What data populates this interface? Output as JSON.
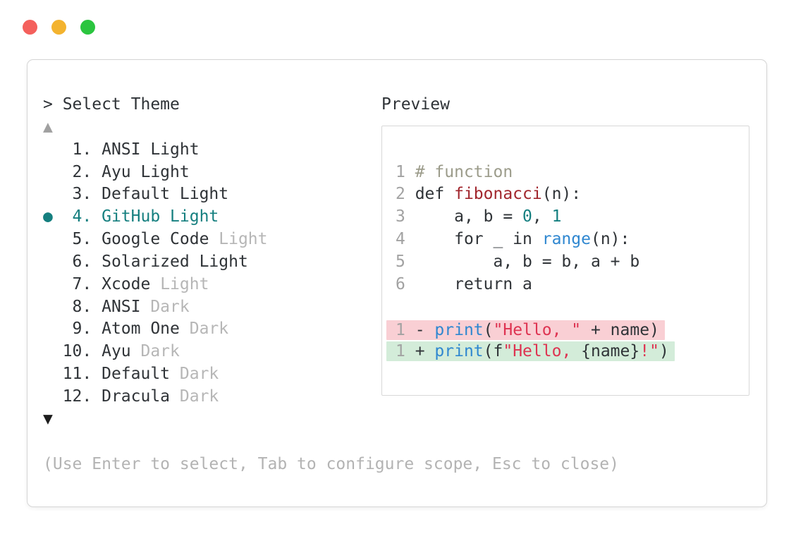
{
  "window": {
    "controls": [
      {
        "name": "close",
        "color": "#F4605C"
      },
      {
        "name": "minimize",
        "color": "#F3B32F"
      },
      {
        "name": "maximize",
        "color": "#2BC53F"
      }
    ]
  },
  "picker": {
    "prompt": "> Select Theme",
    "scroll_up": "▲",
    "scroll_down": "▼",
    "selected_marker": "●",
    "items": [
      {
        "number": "1",
        "label": "ANSI Light",
        "muted": "",
        "selected": false
      },
      {
        "number": "2",
        "label": "Ayu Light",
        "muted": "",
        "selected": false
      },
      {
        "number": "3",
        "label": "Default Light",
        "muted": "",
        "selected": false
      },
      {
        "number": "4",
        "label": "GitHub Light",
        "muted": "",
        "selected": true
      },
      {
        "number": "5",
        "label": "Google Code",
        "muted": "Light",
        "selected": false
      },
      {
        "number": "6",
        "label": "Solarized Light",
        "muted": "",
        "selected": false
      },
      {
        "number": "7",
        "label": "Xcode",
        "muted": "Light",
        "selected": false
      },
      {
        "number": "8",
        "label": "ANSI",
        "muted": "Dark",
        "selected": false
      },
      {
        "number": "9",
        "label": "Atom One",
        "muted": "Dark",
        "selected": false
      },
      {
        "number": "10",
        "label": "Ayu",
        "muted": "Dark",
        "selected": false
      },
      {
        "number": "11",
        "label": "Default",
        "muted": "Dark",
        "selected": false
      },
      {
        "number": "12",
        "label": "Dracula",
        "muted": "Dark",
        "selected": false
      }
    ],
    "help_text": "(Use Enter to select, Tab to configure scope, Esc to close)"
  },
  "preview": {
    "title": "Preview",
    "rows": [
      {
        "bg": "",
        "tokens": [
          [
            "1 ",
            "lnum"
          ],
          [
            "# function",
            "comment"
          ]
        ]
      },
      {
        "bg": "",
        "tokens": [
          [
            "2 ",
            "lnum"
          ],
          [
            "def ",
            "code"
          ],
          [
            "fibonacci",
            "func"
          ],
          [
            "(n):",
            "code"
          ]
        ]
      },
      {
        "bg": "",
        "tokens": [
          [
            "3 ",
            "lnum"
          ],
          [
            "    a, b = ",
            "code"
          ],
          [
            "0",
            "numlit"
          ],
          [
            ", ",
            "code"
          ],
          [
            "1",
            "numlit"
          ]
        ]
      },
      {
        "bg": "",
        "tokens": [
          [
            "4 ",
            "lnum"
          ],
          [
            "    for _ in ",
            "code"
          ],
          [
            "range",
            "blue"
          ],
          [
            "(n):",
            "code"
          ]
        ]
      },
      {
        "bg": "",
        "tokens": [
          [
            "5 ",
            "lnum"
          ],
          [
            "        a, b = b, a + b",
            "code"
          ]
        ]
      },
      {
        "bg": "",
        "tokens": [
          [
            "6 ",
            "lnum"
          ],
          [
            "    return a",
            "code"
          ]
        ]
      },
      {
        "bg": "",
        "tokens": []
      },
      {
        "bg": "removed",
        "tokens": [
          [
            "1",
            "lnum"
          ],
          [
            " - ",
            "code"
          ],
          [
            "print",
            "blue"
          ],
          [
            "(",
            "code"
          ],
          [
            "\"Hello, \"",
            "string"
          ],
          [
            " + name)",
            "code"
          ]
        ]
      },
      {
        "bg": "added",
        "tokens": [
          [
            "1",
            "lnum"
          ],
          [
            " + ",
            "code"
          ],
          [
            "print",
            "blue"
          ],
          [
            "(f",
            "code"
          ],
          [
            "\"Hello, ",
            "string"
          ],
          [
            "{name}",
            "code"
          ],
          [
            "!\"",
            "string"
          ],
          [
            ")",
            "code"
          ]
        ]
      }
    ]
  },
  "colors": {
    "accent_teal": "#157F7F",
    "diff_removed_bg": "#F9CFD4",
    "diff_added_bg": "#D3ECD9",
    "string_red": "#DE3351",
    "function_red": "#A1262D",
    "keyword_blue": "#2F87D0",
    "comment_gray": "#9C9C8B",
    "muted_gray": "#B6B6B6",
    "window_border": "#D5D5D5"
  }
}
